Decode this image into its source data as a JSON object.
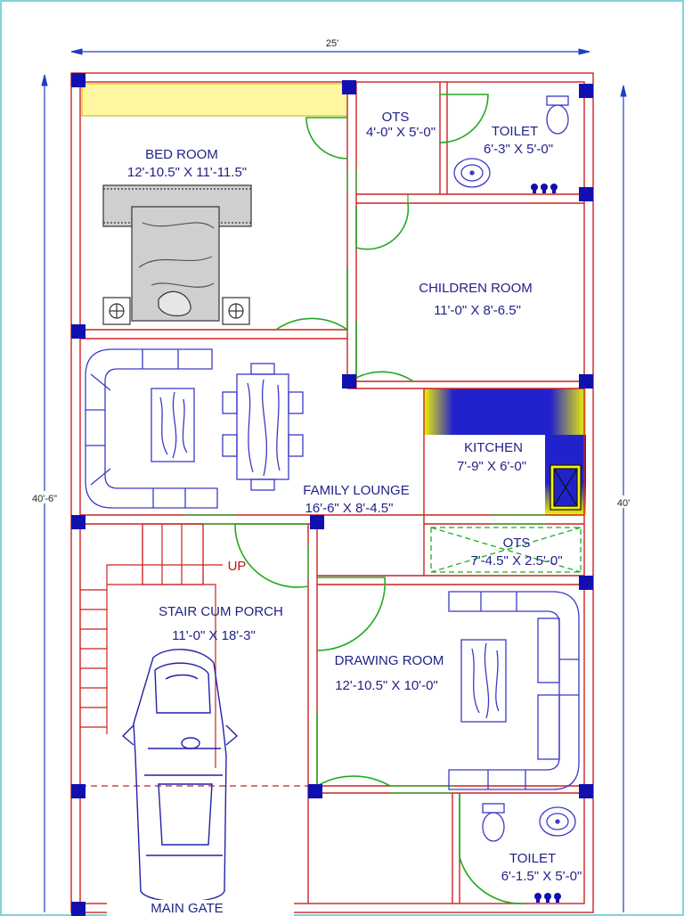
{
  "dimensions": {
    "top_width": "25'",
    "left_height": "40'-6\"",
    "right_height": "40'"
  },
  "rooms": {
    "bed_room": {
      "name": "BED ROOM",
      "size": "12'-10.5\" X 11'-11.5\""
    },
    "ots_top": {
      "name": "OTS",
      "size": "4'-0\" X 5'-0\""
    },
    "toilet_top": {
      "name": "TOILET",
      "size": "6'-3\" X 5'-0\""
    },
    "children_room": {
      "name": "CHILDREN ROOM",
      "size": "11'-0\" X 8'-6.5\""
    },
    "kitchen": {
      "name": "KITCHEN",
      "size": "7'-9\" X 6'-0\""
    },
    "family_lounge": {
      "name": "FAMILY LOUNGE",
      "size": "16'-6\" X 8'-4.5\""
    },
    "ots_middle": {
      "name": "OTS",
      "size": "7'-4.5\" X 2.5'-0\""
    },
    "stair_porch": {
      "name": "STAIR CUM PORCH",
      "size": "11'-0\" X 18'-3\""
    },
    "drawing_room": {
      "name": "DRAWING ROOM",
      "size": "12'-10.5\" X 10'-0\""
    },
    "toilet_bottom": {
      "name": "TOILET",
      "size": "6'-1.5\" X 5'-0\""
    }
  },
  "labels": {
    "stair_up": "UP",
    "main_gate": "MAIN GATE"
  },
  "colors": {
    "wall": "#cc2222",
    "column": "#1010b0",
    "window": "#22aa22",
    "door_swing": "#22aa22",
    "furniture": "#3a3ac8",
    "text": "#1f1f8a",
    "dimension": "#1f3fbf",
    "kitchen_counter_dark": "#2222cc",
    "kitchen_counter_light": "#f2f200",
    "ots_fill": "#fff7a0",
    "bed_fill": "#cfcfcf",
    "border": "#7fd4dd"
  }
}
